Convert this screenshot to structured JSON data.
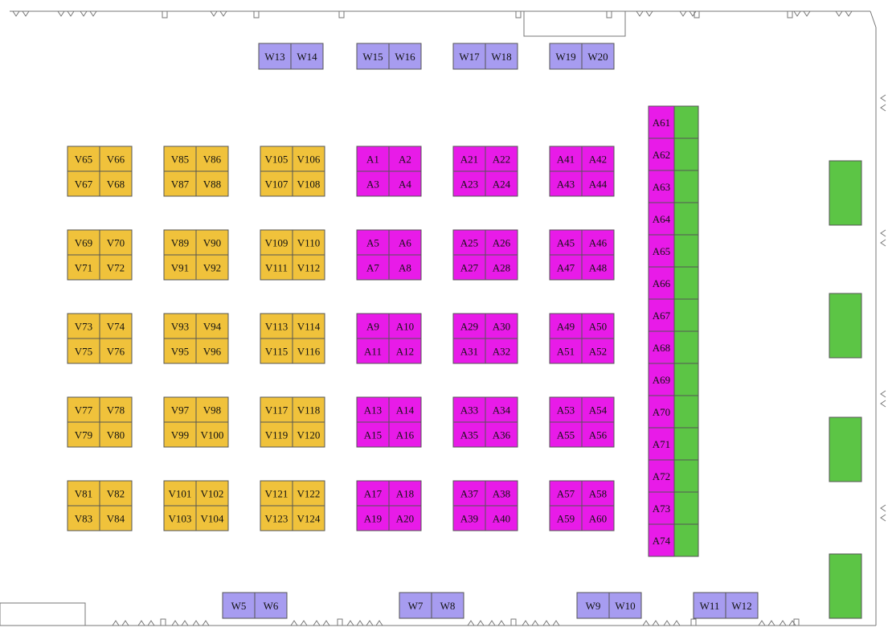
{
  "map": {
    "colors": {
      "vendor": "#f0c23b",
      "artist": "#e81be8",
      "wall": "#a79cf0",
      "green": "#5cc545",
      "outline": "#555555",
      "background": "#ffffff"
    },
    "vendor_blocks": [
      [
        "V65",
        "V66",
        "V67",
        "V68"
      ],
      [
        "V85",
        "V86",
        "V87",
        "V88"
      ],
      [
        "V105",
        "V106",
        "V107",
        "V108"
      ],
      [
        "V69",
        "V70",
        "V71",
        "V72"
      ],
      [
        "V89",
        "V90",
        "V91",
        "V92"
      ],
      [
        "V109",
        "V110",
        "V111",
        "V112"
      ],
      [
        "V73",
        "V74",
        "V75",
        "V76"
      ],
      [
        "V93",
        "V94",
        "V95",
        "V96"
      ],
      [
        "V113",
        "V114",
        "V115",
        "V116"
      ],
      [
        "V77",
        "V78",
        "V79",
        "V80"
      ],
      [
        "V97",
        "V98",
        "V99",
        "V100"
      ],
      [
        "V117",
        "V118",
        "V119",
        "V120"
      ],
      [
        "V81",
        "V82",
        "V83",
        "V84"
      ],
      [
        "V101",
        "V102",
        "V103",
        "V104"
      ],
      [
        "V121",
        "V122",
        "V123",
        "V124"
      ]
    ],
    "artist_blocks": [
      [
        "A1",
        "A2",
        "A3",
        "A4"
      ],
      [
        "A21",
        "A22",
        "A23",
        "A24"
      ],
      [
        "A41",
        "A42",
        "A43",
        "A44"
      ],
      [
        "A5",
        "A6",
        "A7",
        "A8"
      ],
      [
        "A25",
        "A26",
        "A27",
        "A28"
      ],
      [
        "A45",
        "A46",
        "A47",
        "A48"
      ],
      [
        "A9",
        "A10",
        "A11",
        "A12"
      ],
      [
        "A29",
        "A30",
        "A31",
        "A32"
      ],
      [
        "A49",
        "A50",
        "A51",
        "A52"
      ],
      [
        "A13",
        "A14",
        "A15",
        "A16"
      ],
      [
        "A33",
        "A34",
        "A35",
        "A36"
      ],
      [
        "A53",
        "A54",
        "A55",
        "A56"
      ],
      [
        "A17",
        "A18",
        "A19",
        "A20"
      ],
      [
        "A37",
        "A38",
        "A39",
        "A40"
      ],
      [
        "A57",
        "A58",
        "A59",
        "A60"
      ]
    ],
    "artist_column": [
      "A61",
      "A62",
      "A63",
      "A64",
      "A65",
      "A66",
      "A67",
      "A68",
      "A69",
      "A70",
      "A71",
      "A72",
      "A73",
      "A74"
    ],
    "wall_top": [
      [
        "W13",
        "W14"
      ],
      [
        "W15",
        "W16"
      ],
      [
        "W17",
        "W18"
      ],
      [
        "W19",
        "W20"
      ]
    ],
    "wall_bottom": [
      [
        "W5",
        "W6"
      ],
      [
        "W7",
        "W8"
      ],
      [
        "W9",
        "W10"
      ],
      [
        "W11",
        "W12"
      ]
    ]
  }
}
